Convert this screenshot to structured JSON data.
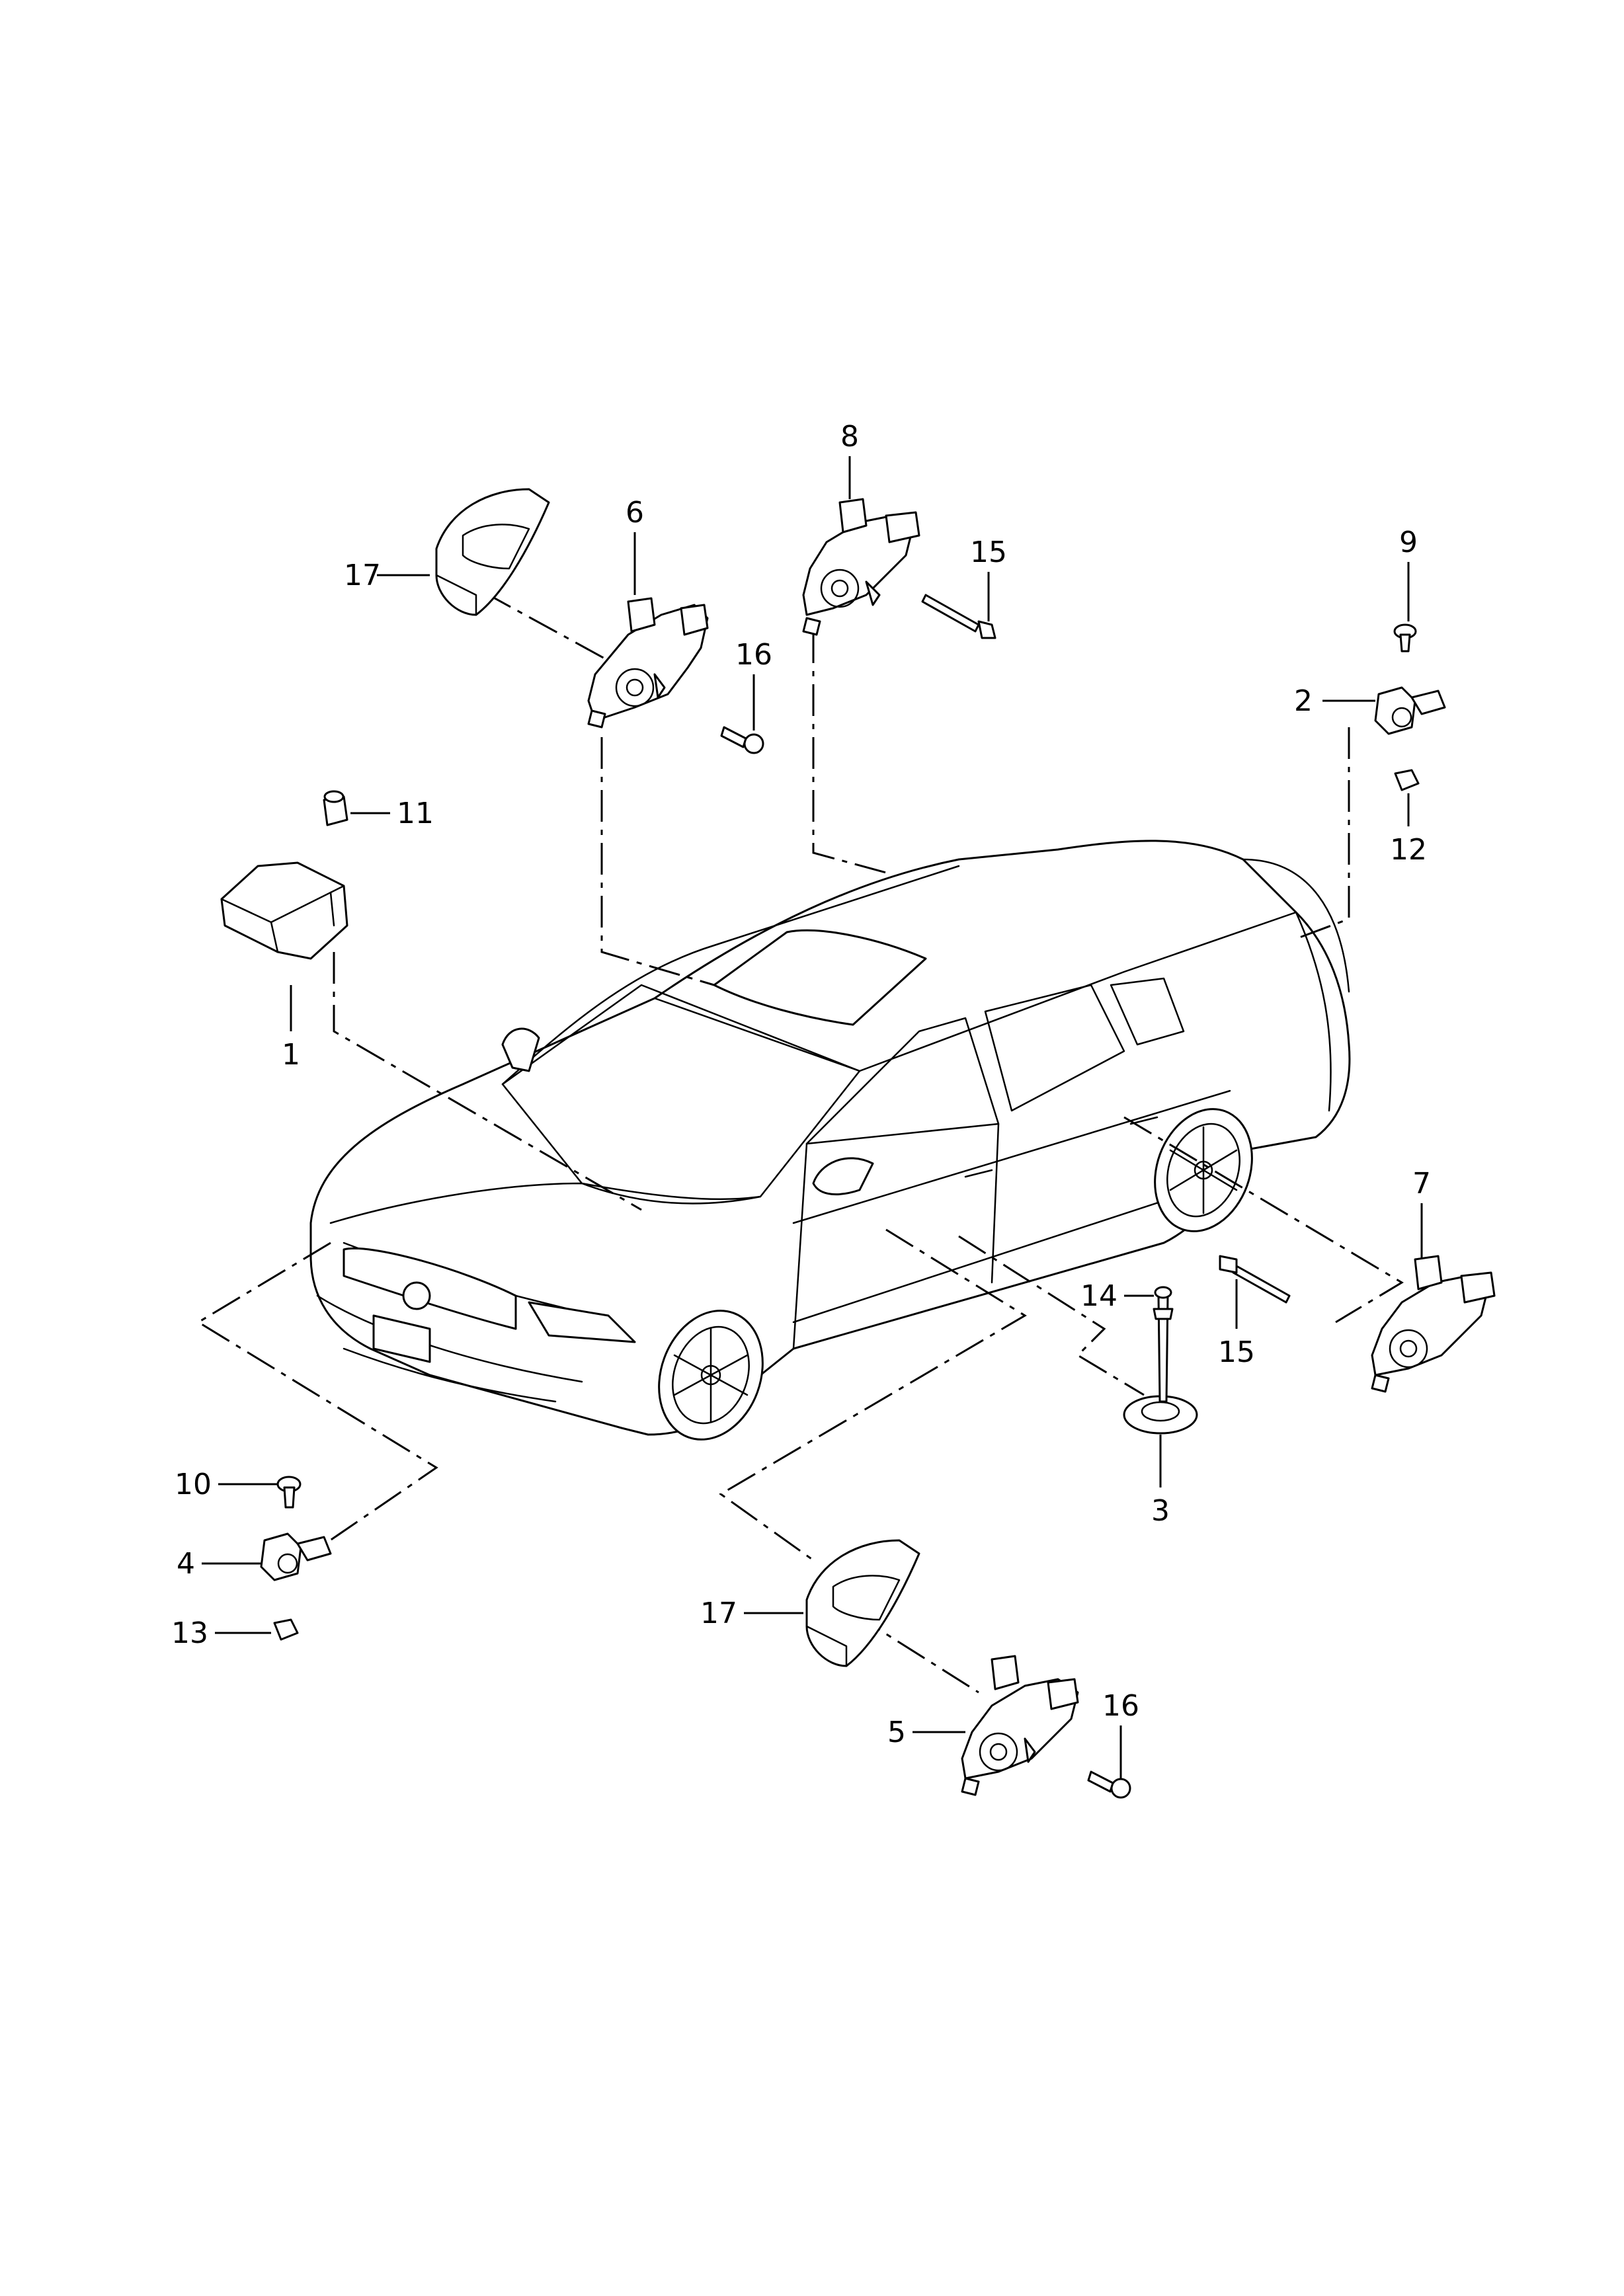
{
  "callouts": {
    "c1": "1",
    "c2": "2",
    "c3": "3",
    "c4": "4",
    "c5": "5",
    "c6": "6",
    "c7": "7",
    "c8": "8",
    "c9": "9",
    "c10": "10",
    "c11": "11",
    "c12": "12",
    "c13": "13",
    "c14": "14",
    "c15a": "15",
    "c15b": "15",
    "c16a": "16",
    "c16b": "16",
    "c17a": "17",
    "c17b": "17"
  },
  "colors": {
    "line": "#000000",
    "background": "#ffffff"
  }
}
